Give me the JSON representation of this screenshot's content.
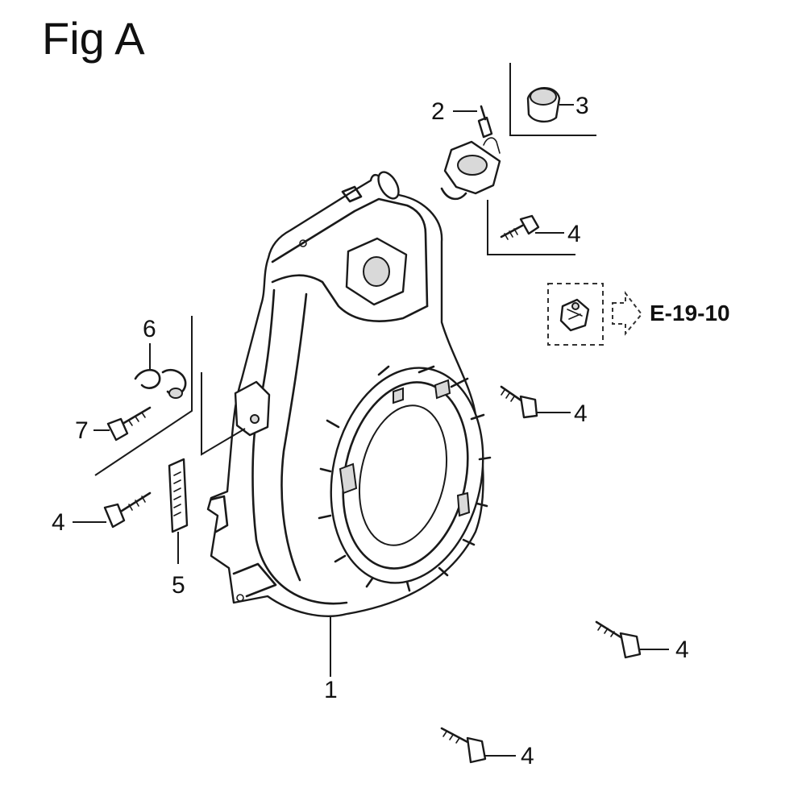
{
  "figure": {
    "title": "Fig A",
    "reference_code": "E-19-10"
  },
  "callouts": [
    {
      "id": "c1",
      "number": "1"
    },
    {
      "id": "c2",
      "number": "2"
    },
    {
      "id": "c3",
      "number": "3"
    },
    {
      "id": "c4a",
      "number": "4"
    },
    {
      "id": "c4b",
      "number": "4"
    },
    {
      "id": "c4c",
      "number": "4"
    },
    {
      "id": "c4d",
      "number": "4"
    },
    {
      "id": "c4e",
      "number": "4"
    },
    {
      "id": "c5",
      "number": "5"
    },
    {
      "id": "c6",
      "number": "6"
    },
    {
      "id": "c7",
      "number": "7"
    }
  ],
  "icons": {
    "arrow": "outline-arrow-right-icon",
    "reference_part": "clip-part-icon"
  }
}
